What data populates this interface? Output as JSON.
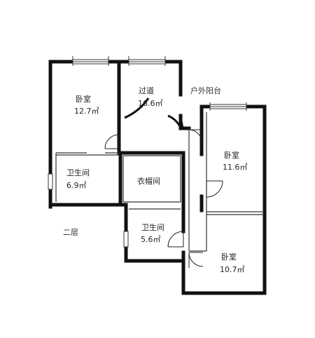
{
  "floor_label": "二层",
  "outdoor_balcony": "户外阳台",
  "rooms": [
    {
      "id": "bedroom-nw",
      "name": "卧室",
      "area": "12.7㎡"
    },
    {
      "id": "corridor",
      "name": "过道",
      "area": "16.6㎡"
    },
    {
      "id": "bedroom-e",
      "name": "卧室",
      "area": "11.6㎡"
    },
    {
      "id": "bathroom-w",
      "name": "卫生间",
      "area": "6.9㎡"
    },
    {
      "id": "closet",
      "name": "衣帽间",
      "area": ""
    },
    {
      "id": "bathroom-c",
      "name": "卫生间",
      "area": "5.6㎡"
    },
    {
      "id": "bedroom-se",
      "name": "卧室",
      "area": "10.7㎡"
    }
  ]
}
